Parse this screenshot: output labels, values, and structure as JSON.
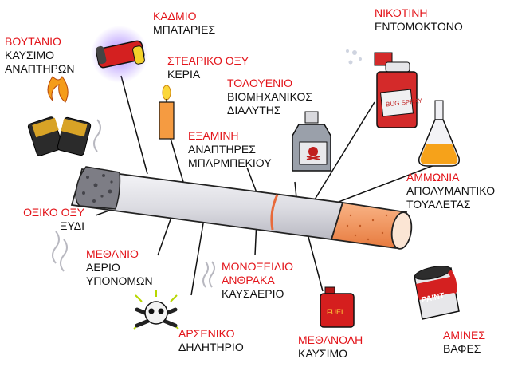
{
  "colors": {
    "label": "#e3141a",
    "text": "#111111",
    "filter": "#f08a4f",
    "paper": "#e8e8ec",
    "ring": "#e86a3a"
  },
  "labels": [
    {
      "name": "ΒΟΥΤΑΝΙΟ",
      "use": [
        "ΚΑΥΣΙΜΟ",
        "ΑΝΑΠΤΗΡΩΝ"
      ]
    },
    {
      "name": "ΚΑΔΜΙΟ",
      "use": [
        "ΜΠΑΤΑΡΙΕΣ"
      ]
    },
    {
      "name": "ΣΤΕΑΡΙΚΟ ΟΞΥ",
      "use": [
        "ΚΕΡΙΑ"
      ]
    },
    {
      "name": "ΤΟΛΟΥΕΝΙΟ",
      "use": [
        "ΒΙΟΜΗΧΑΝΙΚΟΣ",
        "ΔΙΑΛΥΤΗΣ"
      ]
    },
    {
      "name": "ΕΞΑΜΙΝΗ",
      "use": [
        "ΑΝΑΠΤΗΡΕΣ",
        "ΜΠΑΡΜΠΕΚΙΟΥ"
      ]
    },
    {
      "name": "ΝΙΚΟΤΙΝΗ",
      "use": [
        "ΕΝΤΟΜΟΚΤΟΝΟ"
      ]
    },
    {
      "name": "ΑΜΜΩΝΙΑ",
      "use": [
        "ΑΠΟΛΥΜΑΝΤΙΚΟ",
        "ΤΟΥΑΛΕΤΑΣ"
      ]
    },
    {
      "name": "ΟΞΙΚΟ ΟΞΥ",
      "use": [
        "ΞΥΔΙ"
      ]
    },
    {
      "name": "ΜΕΘΑΝΙΟ",
      "use": [
        "ΑΕΡΙΟ",
        "ΥΠΟΝΟΜΩΝ"
      ]
    },
    {
      "name": "ΜΟΝΟΞΕΙΔΙΟ ΑΝΘΡΑΚΑ",
      "use": [
        "ΚΑΥΣΑΕΡΙΟ"
      ]
    },
    {
      "name": "ΑΡΣΕΝΙΚΟ",
      "use": [
        "ΔΗΛΗΤΗΡΙΟ"
      ]
    },
    {
      "name": "ΜΕΘΑΝΟΛΗ",
      "use": [
        "ΚΑΥΣΙΜΟ"
      ]
    },
    {
      "name": "ΑΜΙΝΕΣ",
      "use": [
        "ΒΑΦΕΣ"
      ]
    }
  ],
  "icon_text": {
    "bug_spray": "BUG SPRAY",
    "fuel": "FUEL",
    "paint": "PAINT"
  },
  "icons": [
    "lighter-icon",
    "battery-icon",
    "candle-icon",
    "solvent-bottle-icon",
    "bug-spray-icon",
    "flask-icon",
    "skull-icon",
    "fuel-can-icon",
    "paint-can-icon"
  ]
}
